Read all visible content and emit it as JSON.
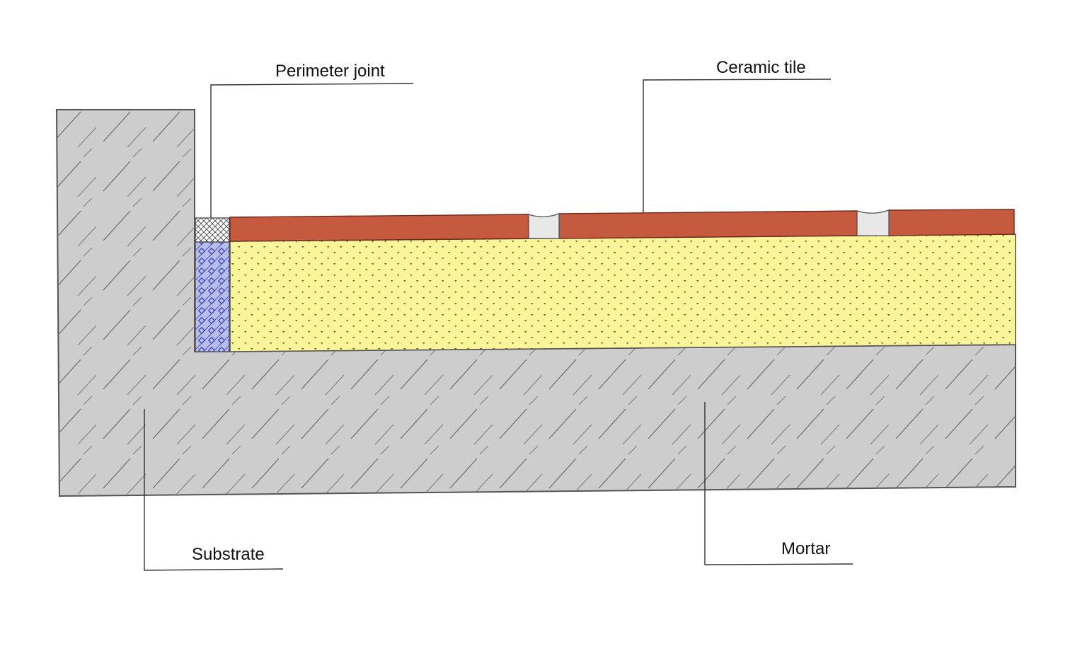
{
  "diagram": {
    "labels": {
      "perimeter_joint": "Perimeter joint",
      "ceramic_tile": "Ceramic tile",
      "substrate": "Substrate",
      "mortar": "Mortar"
    },
    "colors": {
      "background": "#ffffff",
      "substrate_fill": "#cdcdcd",
      "mortar_fill": "#fbf59a",
      "tile_fill": "#c55a3f",
      "joint_fill": "#e8e8e8",
      "perimeter_filler_fill": "#b9bee8",
      "perimeter_filler_pattern": "#3b45b5",
      "outline": "#555555",
      "leader_line": "#333333"
    }
  }
}
